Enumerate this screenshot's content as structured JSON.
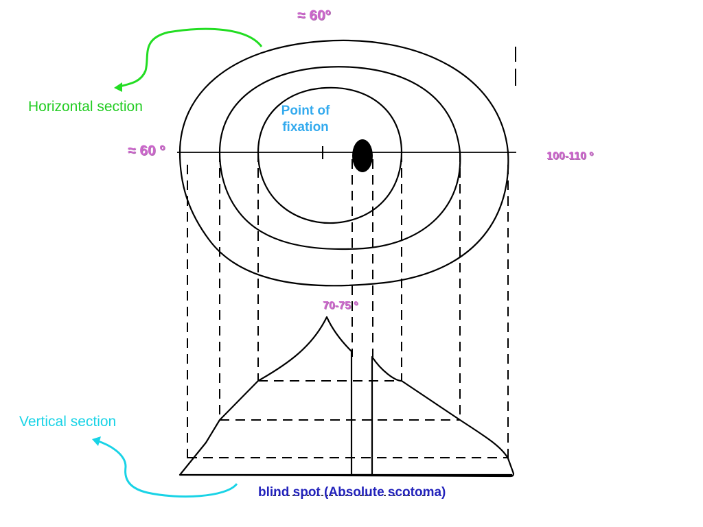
{
  "labels": {
    "top_angle": "≈ 60º",
    "left_angle": "≈ 60 º",
    "right_angle": "100-110 º",
    "peak_angle": "70-75 º",
    "point_of_fixation": "Point of fixation",
    "horizontal_section": "Horizontal section",
    "vertical_section": "Vertical section",
    "blind_spot": "blind spot (Absolute scotoma)"
  },
  "colors": {
    "angle_labels": "#cc66cc",
    "horizontal_arrow": "#22dd22",
    "vertical_arrow": "#19d3e6",
    "fixation_label": "#33aaee",
    "blind_spot_label": "#2222bb"
  }
}
